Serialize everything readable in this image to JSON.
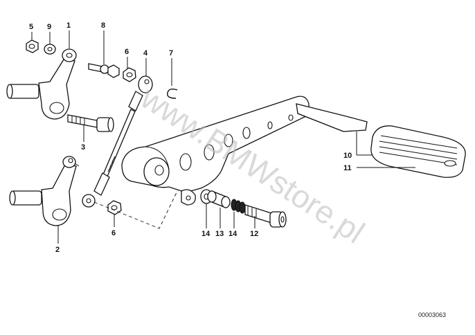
{
  "callouts": {
    "c1": "1",
    "c2": "2",
    "c3": "3",
    "c4": "4",
    "c5": "5",
    "c6a": "6",
    "c6b": "6",
    "c7": "7",
    "c8": "8",
    "c9": "9",
    "c10": "10",
    "c11": "11",
    "c12": "12",
    "c13": "13",
    "c14a": "14",
    "c14b": "14"
  },
  "watermark": "www.BMWstore.pl",
  "document_number": "00003063"
}
